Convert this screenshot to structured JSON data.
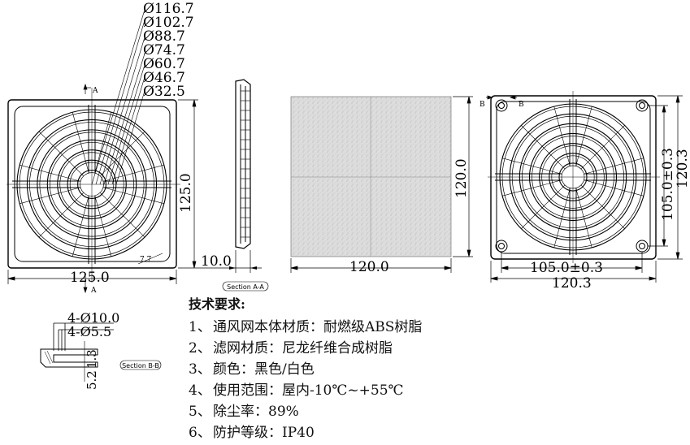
{
  "diameters": [
    "Ø116.7",
    "Ø102.7",
    "Ø88.7",
    "Ø74.7",
    "Ø60.7",
    "Ø46.7",
    "Ø32.5"
  ],
  "front_view": {
    "width_label": "125.0",
    "height_label": "125.0",
    "corner_label": "7.7",
    "section_marker_top": "A",
    "section_marker_bottom": "A"
  },
  "side_view": {
    "thickness_label": "10.0",
    "caption": "Section A-A"
  },
  "filter_view": {
    "width_label": "120.0",
    "height_label": "120.0"
  },
  "back_view": {
    "hole_pitch_x": "105.0±0.3",
    "hole_pitch_y": "105.0±0.3",
    "overall_x": "120.3",
    "overall_y": "120.3",
    "section_marker_left": "B",
    "section_marker_right": "B"
  },
  "section_b": {
    "hole_large": "4-Ø10.0",
    "hole_small": "4-Ø5.5",
    "dim_1": "1.3",
    "dim_2": "5.2",
    "caption": "Section B-B"
  },
  "specs": {
    "title": "技术要求:",
    "items": [
      {
        "num": "1、",
        "text": "通风网本体材质：耐燃级ABS树脂"
      },
      {
        "num": "2、",
        "text": "滤网材质：尼龙纤维合成树脂"
      },
      {
        "num": "3、",
        "text": "颜色：黑色/白色"
      },
      {
        "num": "4、",
        "text": "使用范围：屋内-10℃~+55℃"
      },
      {
        "num": "5、",
        "text": "除尘率：89%"
      },
      {
        "num": "6、",
        "text": "防护等级：IP40"
      }
    ]
  }
}
